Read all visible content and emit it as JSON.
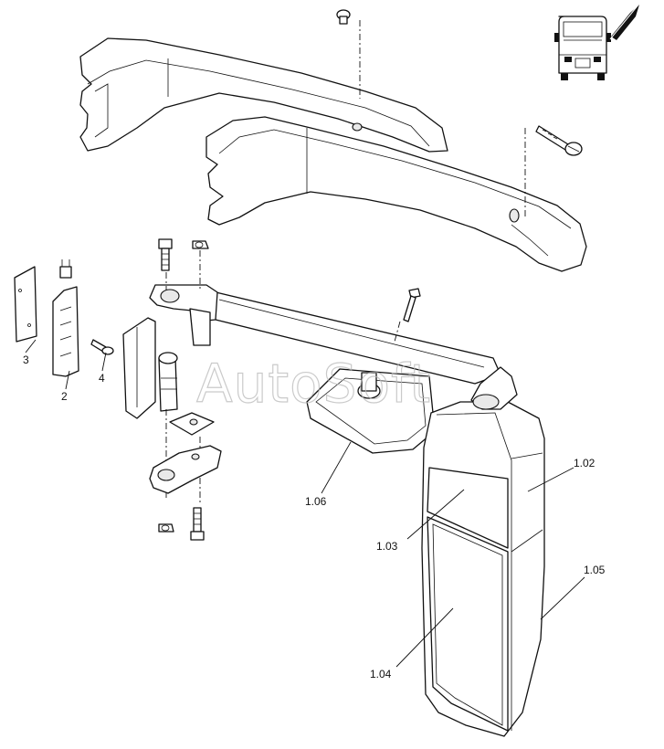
{
  "watermark": "AutoSoft",
  "callouts": {
    "c_1_02": "1.02",
    "c_1_03": "1.03",
    "c_1_04": "1.04",
    "c_1_05": "1.05",
    "c_1_06": "1.06",
    "c_2": "2",
    "c_3": "3",
    "c_4": "4"
  },
  "icons": {
    "location_thumbnail": "bus-front-icon",
    "pointer": "arrow-icon"
  }
}
